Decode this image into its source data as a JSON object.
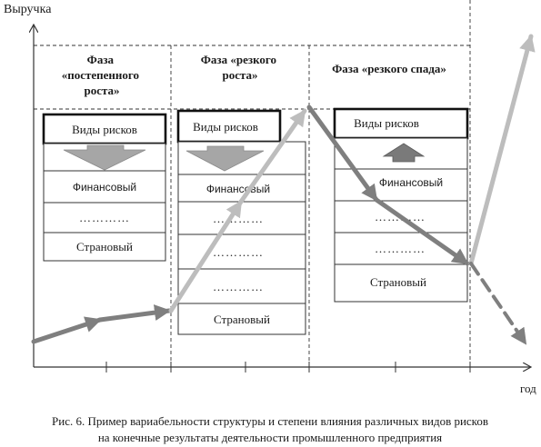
{
  "axes": {
    "y_label": "Выручка",
    "x_label": "год"
  },
  "phases": [
    {
      "title_lines": [
        "Фаза",
        "«постепенного",
        "роста»"
      ],
      "rows": [
        "Виды рисков",
        "",
        "Финансовый",
        "…………",
        "Страновый"
      ],
      "arrow_direction": "down"
    },
    {
      "title_lines": [
        "Фаза «резкого",
        "роста»"
      ],
      "rows": [
        "Виды рисков",
        "",
        "Финансовый",
        "…………",
        "…………",
        "…………",
        "Страновый"
      ],
      "arrow_direction": "down"
    },
    {
      "title_lines": [
        "Фаза «резкого спада»"
      ],
      "rows": [
        "Виды рисков",
        "",
        "Финансовый",
        "…………",
        "…………",
        "Страновый"
      ],
      "arrow_direction": "up"
    }
  ],
  "caption": {
    "line1": "Рис. 6. Пример вариабельности структуры и степени влияния различных видов рисков",
    "line2": "на конечные результаты деятельности промышленного предприятия"
  },
  "colors": {
    "axis": "#333333",
    "trend_dark": "#7f7f7f",
    "trend_light": "#bdbdbd",
    "arrow_down_fill": "#a6a6a6",
    "arrow_up_fill": "#7a7a7a"
  }
}
